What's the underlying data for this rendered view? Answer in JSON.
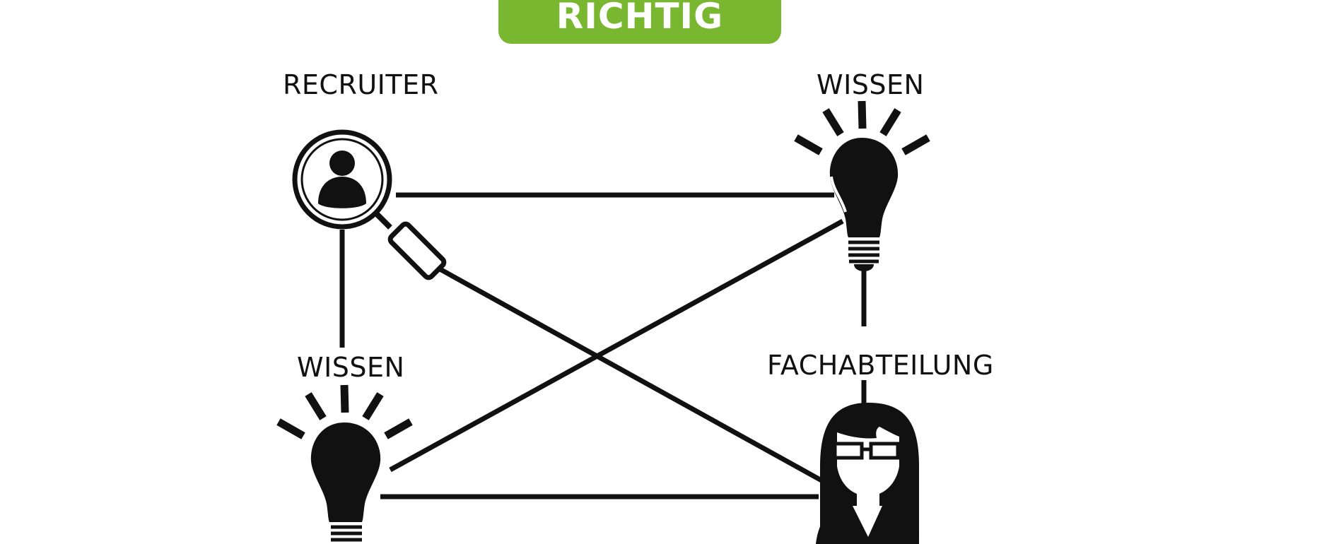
{
  "banner": {
    "text": "RICHTIG",
    "color": "#7ab730"
  },
  "nodes": {
    "recruiter": {
      "label": "RECRUITER",
      "icon": "magnifier-person-icon"
    },
    "wissen_top": {
      "label": "WISSEN",
      "icon": "lightbulb-icon"
    },
    "wissen_bottom": {
      "label": "WISSEN",
      "icon": "lightbulb-icon"
    },
    "fachabteilung": {
      "label": "FACHABTEILUNG",
      "icon": "woman-glasses-icon"
    }
  },
  "colors": {
    "line": "#111111",
    "text": "#111111"
  }
}
